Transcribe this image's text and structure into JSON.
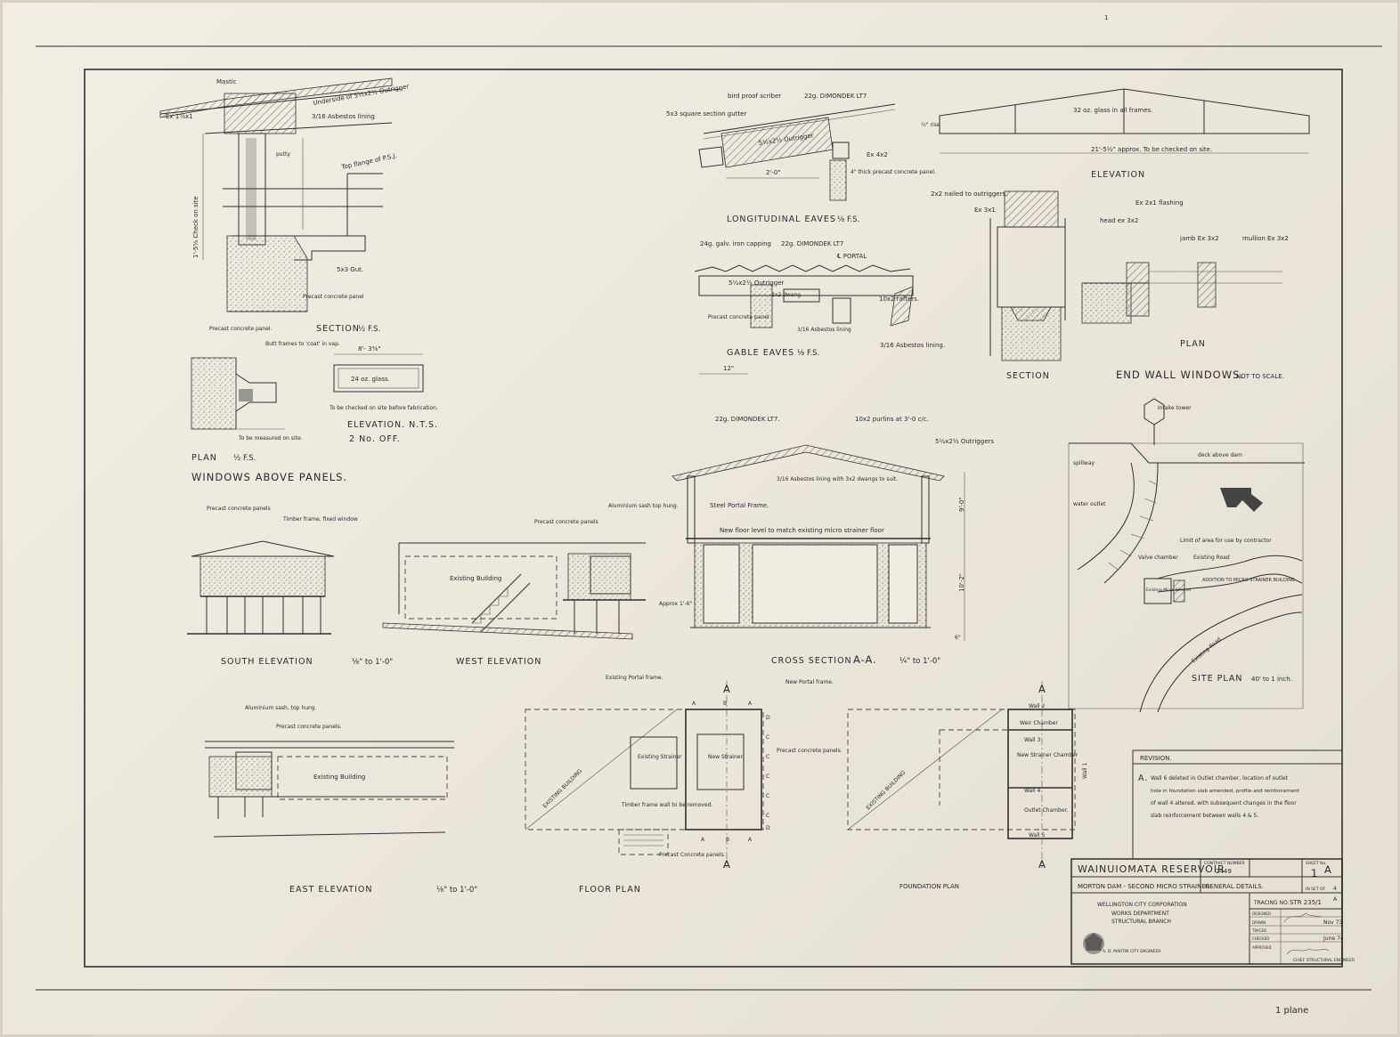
{
  "sheet": {
    "page_mark": "1",
    "corner_note": "1 plane"
  },
  "windows_above_panels": {
    "labels": [
      "Mastic",
      "Underside of 5½x2½ Outrigger",
      "Ex 1⅝x1",
      "3/16 Asbestos lining",
      "putty",
      "Top flange of P.S.J.",
      "1'-5⅝ Check on site",
      "5x3 Gut.",
      "Precast concrete panel"
    ],
    "section_title": "SECTION",
    "section_scale": "½ F.S.",
    "plan_labels": [
      "Precast concrete panel.",
      "Butt frames to 'coat' in vap.",
      "To be measured on site."
    ],
    "plan_title": "PLAN",
    "plan_scale": "½ F.S.",
    "dim_label": "8'- 3⅜\"",
    "glass_label": "24 oz. glass.",
    "note": "To be checked on site before fabrication.",
    "elevation_title": "ELEVATION. N.T.S.",
    "elevation_sub": "2 No. OFF.",
    "group_title": "WINDOWS ABOVE PANELS."
  },
  "longitudinal_eaves": {
    "labels": [
      "bird proof scriber",
      "22g. DIMONDEK LT7",
      "5x3 square section gutter",
      "5½x2½ Outrigger",
      "Ex 4x2",
      "4\" thick precast concrete panel.",
      "2'-0\""
    ],
    "title": "LONGITUDINAL EAVES",
    "scale": "⅛ F.S."
  },
  "gable_eaves": {
    "labels": [
      "24g. galv. iron capping",
      "22g. DIMONDEK LT7",
      "℄ PORTAL",
      "5½x2½ Outrigger",
      "2x2 dwang",
      "10x2 rafters.",
      "Precast concrete panel.",
      "3/16 Asbestos lining",
      "3/16 Asbestos lining.",
      "12\""
    ],
    "title": "GABLE EAVES",
    "scale": "⅛ F.S."
  },
  "roof_elevation": {
    "labels": [
      "½\" rise",
      "32 oz. glass in all frames.",
      "21'-5½\" approx. To be checked on site."
    ],
    "title": "ELEVATION"
  },
  "end_wall_windows": {
    "labels": [
      "2x2 nailed to outriggers.",
      "Ex 3x1",
      "Ex 2x1 flashing",
      "head ex 3x2",
      "jamb Ex 3x2",
      "mullion Ex 3x2"
    ],
    "section_title": "SECTION",
    "plan_title": "PLAN",
    "title": "END WALL WINDOWS.",
    "scale": "NOT TO SCALE."
  },
  "south_elevation": {
    "labels": [
      "Precast concrete panels",
      "Timber frame, fixed window"
    ],
    "title": "SOUTH ELEVATION",
    "scale": "⅛\" to 1'-0\""
  },
  "west_elevation": {
    "labels": [
      "Precast concrete panels",
      "Aluminium sash top hung.",
      "Existing Building",
      "Approx 1'-6\""
    ],
    "title": "WEST ELEVATION"
  },
  "cross_section": {
    "labels": [
      "22g. DIMONDEK LT7.",
      "10x2 purlins at 3'-0 c/c.",
      "5½x2½ Outriggers",
      "3/16 Asbestos lining with 3x2 dwangs to suit.",
      "Steel Portal Frame.",
      "New floor level to match existing micro strainer floor",
      "9'-0\"",
      "10'-2\"",
      "6\""
    ],
    "title": "CROSS SECTION",
    "section_mark": "A-A.",
    "scale": "¼\" to 1'-0\""
  },
  "site_plan": {
    "labels": [
      "Intake tower",
      "spillway",
      "deck above dam",
      "water outlet",
      "Limit of area for use by contractor",
      "Valve chamber",
      "Existing Road",
      "Existing Micro Strainer",
      "ADDITION TO MICRO STRAINER BUILDING",
      "Existing Road"
    ],
    "title": "SITE PLAN",
    "scale": "40' to 1 inch."
  },
  "east_elevation": {
    "labels": [
      "Aluminium sash, top hung.",
      "Precast concrete panels.",
      "Existing Building"
    ],
    "title": "EAST ELEVATION",
    "scale": "⅛\" to 1'-0\""
  },
  "floor_plan": {
    "labels": [
      "Existing Portal frame.",
      "New Portal frame.",
      "Existing Strainer",
      "New Strainer.",
      "Precast concrete panels.",
      "EXISTING BUILDING",
      "Timber frame wall to be removed.",
      "Precast Concrete panels."
    ],
    "grid": [
      "A",
      "B",
      "A",
      "C",
      "C",
      "C",
      "C",
      "C",
      "D",
      "D",
      "A",
      "B",
      "A"
    ],
    "section_mark": "A",
    "title": "FLOOR PLAN"
  },
  "foundation_plan": {
    "labels": [
      "Wall 2",
      "Weir Chamber",
      "Wall 3",
      "New Strainer Chamber",
      "Wall 4",
      "Outlet Chamber.",
      "Wall 5",
      "Wall 1",
      "EXISTING BUILDING"
    ],
    "title": "FOUNDATION PLAN"
  },
  "revision": {
    "heading": "REVISION.",
    "mark": "A.",
    "text_lines": [
      "Wall 6 deleted in Outlet chamber, location of outlet",
      "hole in foundation slab amended, profile and reinforcement",
      "of wall 4 altered, with subsequent changes in the floor",
      "slab reinforcement between walls 4 & 5."
    ]
  },
  "title_block": {
    "project": "WAINUIOMATA RESERVOIR",
    "subtitle": "MORTON DAM - SECOND MICRO STRAINER",
    "contract_label": "CONTRACT NUMBER",
    "contract_no": "2449",
    "sheet_label": "SHEET No.",
    "sheet_no": "1",
    "sheet_rev": "A",
    "set_label": "IN SET OF",
    "set_of": "4",
    "drawing_title": "GENERAL DETAILS.",
    "corp": "WELLINGTON CITY CORPORATION",
    "dept": "WORKS DEPARTMENT",
    "branch": "STRUCTURAL BRANCH",
    "engineer": "A. D. MARTIN CITY ENGINEER",
    "tracing_label": "TRACING NO.",
    "tracing_no": "STR 235/1",
    "tracing_rev": "A",
    "roles": [
      "DESIGNED",
      "DRAWN",
      "TRACED",
      "CHECKED",
      "APPROVED"
    ],
    "date_1": "Nov 73",
    "date_2": "June 74",
    "approver_title": "CHIEF STRUCTURAL ENGINEER"
  }
}
